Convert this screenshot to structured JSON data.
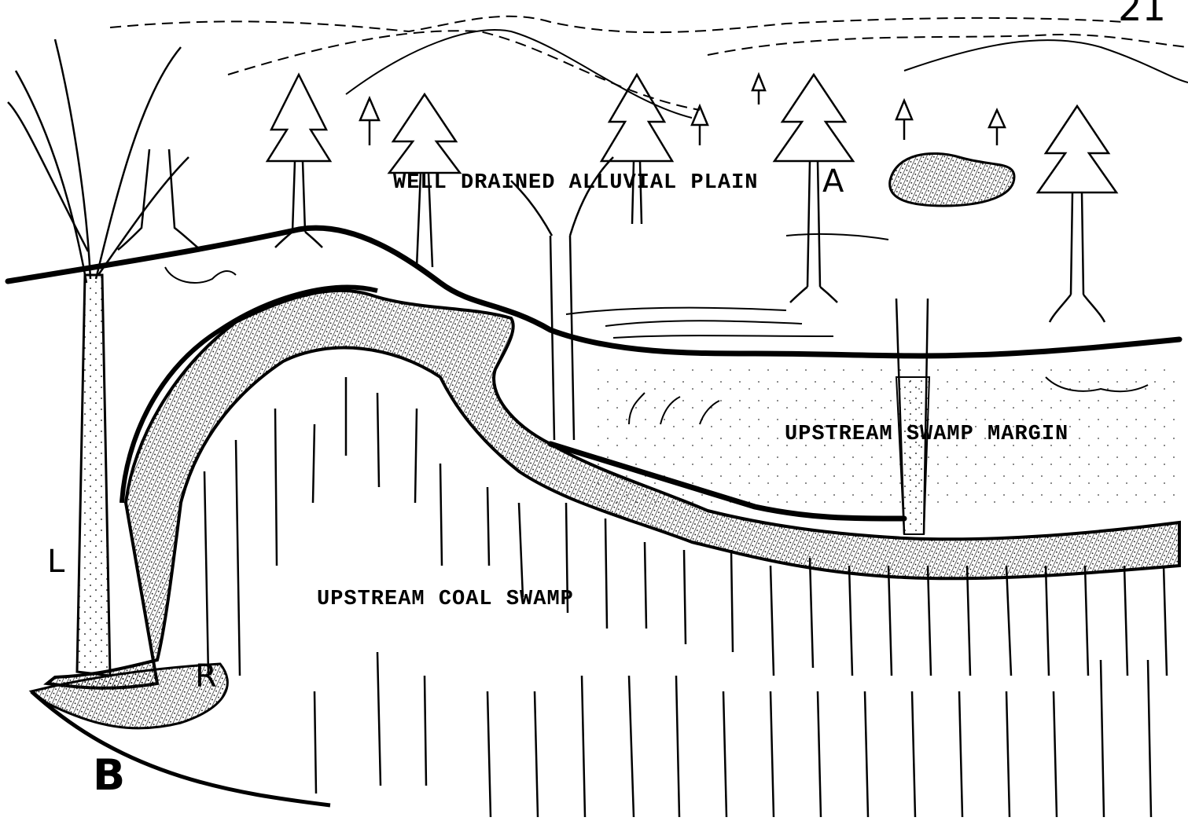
{
  "labels": {
    "alluvial_plain": "WELL DRAINED ALLUVIAL PLAIN",
    "swamp_margin": "UPSTREAM SWAMP MARGIN",
    "coal_swamp": "UPSTREAM COAL SWAMP",
    "point_a": "A",
    "point_b": "B",
    "point_l": "L",
    "point_r": "R",
    "page_number": "21"
  }
}
